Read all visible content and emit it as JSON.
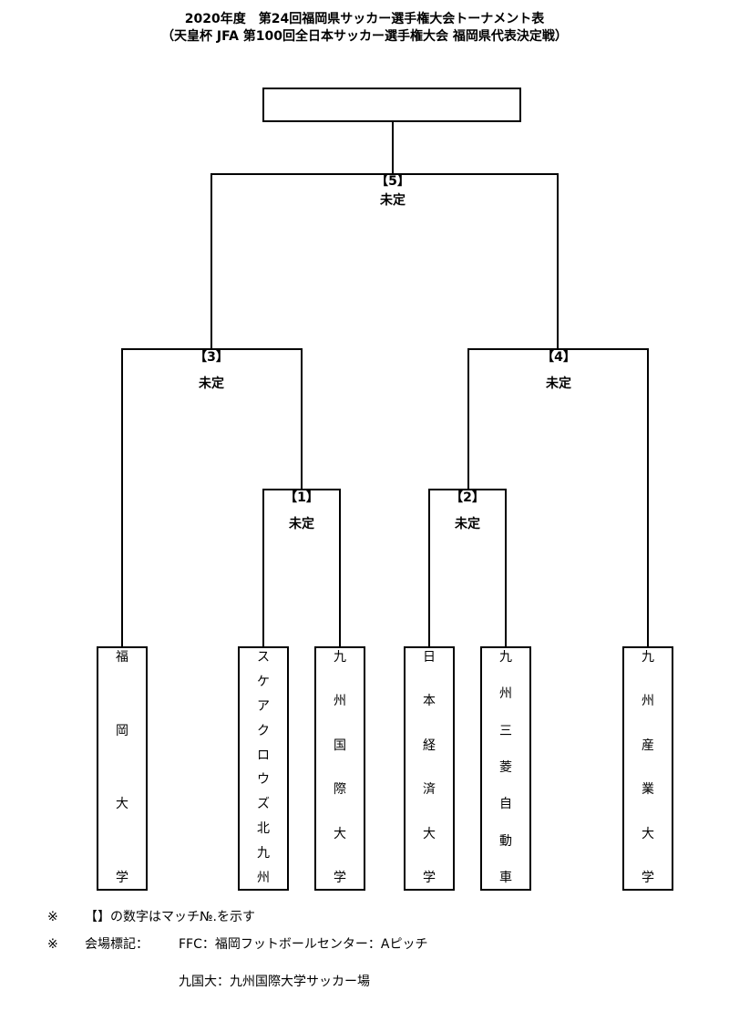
{
  "header": {
    "title_line1": "2020年度　第24回福岡県サッカー選手権大会トーナメント表",
    "title_line2": "（天皇杯 JFA 第100回全日本サッカー選手権大会 福岡県代表決定戦）"
  },
  "matches": {
    "m1": {
      "no": "【1】",
      "result": "未定"
    },
    "m2": {
      "no": "【2】",
      "result": "未定"
    },
    "m3": {
      "no": "【3】",
      "result": "未定"
    },
    "m4": {
      "no": "【4】",
      "result": "未定"
    },
    "m5": {
      "no": "【5】",
      "result": "未定"
    }
  },
  "teams": [
    {
      "chars": [
        "福",
        "岡",
        "大",
        "学"
      ]
    },
    {
      "chars": [
        "ス",
        "ケ",
        "ア",
        "ク",
        "ロ",
        "ウ",
        "ズ",
        "北",
        "九",
        "州"
      ]
    },
    {
      "chars": [
        "九",
        "州",
        "国",
        "際",
        "大",
        "学"
      ]
    },
    {
      "chars": [
        "日",
        "本",
        "経",
        "済",
        "大",
        "学"
      ]
    },
    {
      "chars": [
        "九",
        "州",
        "三",
        "菱",
        "自",
        "動",
        "車"
      ]
    },
    {
      "chars": [
        "九",
        "州",
        "産",
        "業",
        "大",
        "学"
      ]
    }
  ],
  "notes": {
    "mark1": "※",
    "line1": "【】の数字はマッチ№.を示す",
    "mark2": "※",
    "venue_label": "会場標記：",
    "venue1": "FFC：福岡フットボールセンター：Aピッチ",
    "venue2": "九国大：九州国際大学サッカー場"
  }
}
